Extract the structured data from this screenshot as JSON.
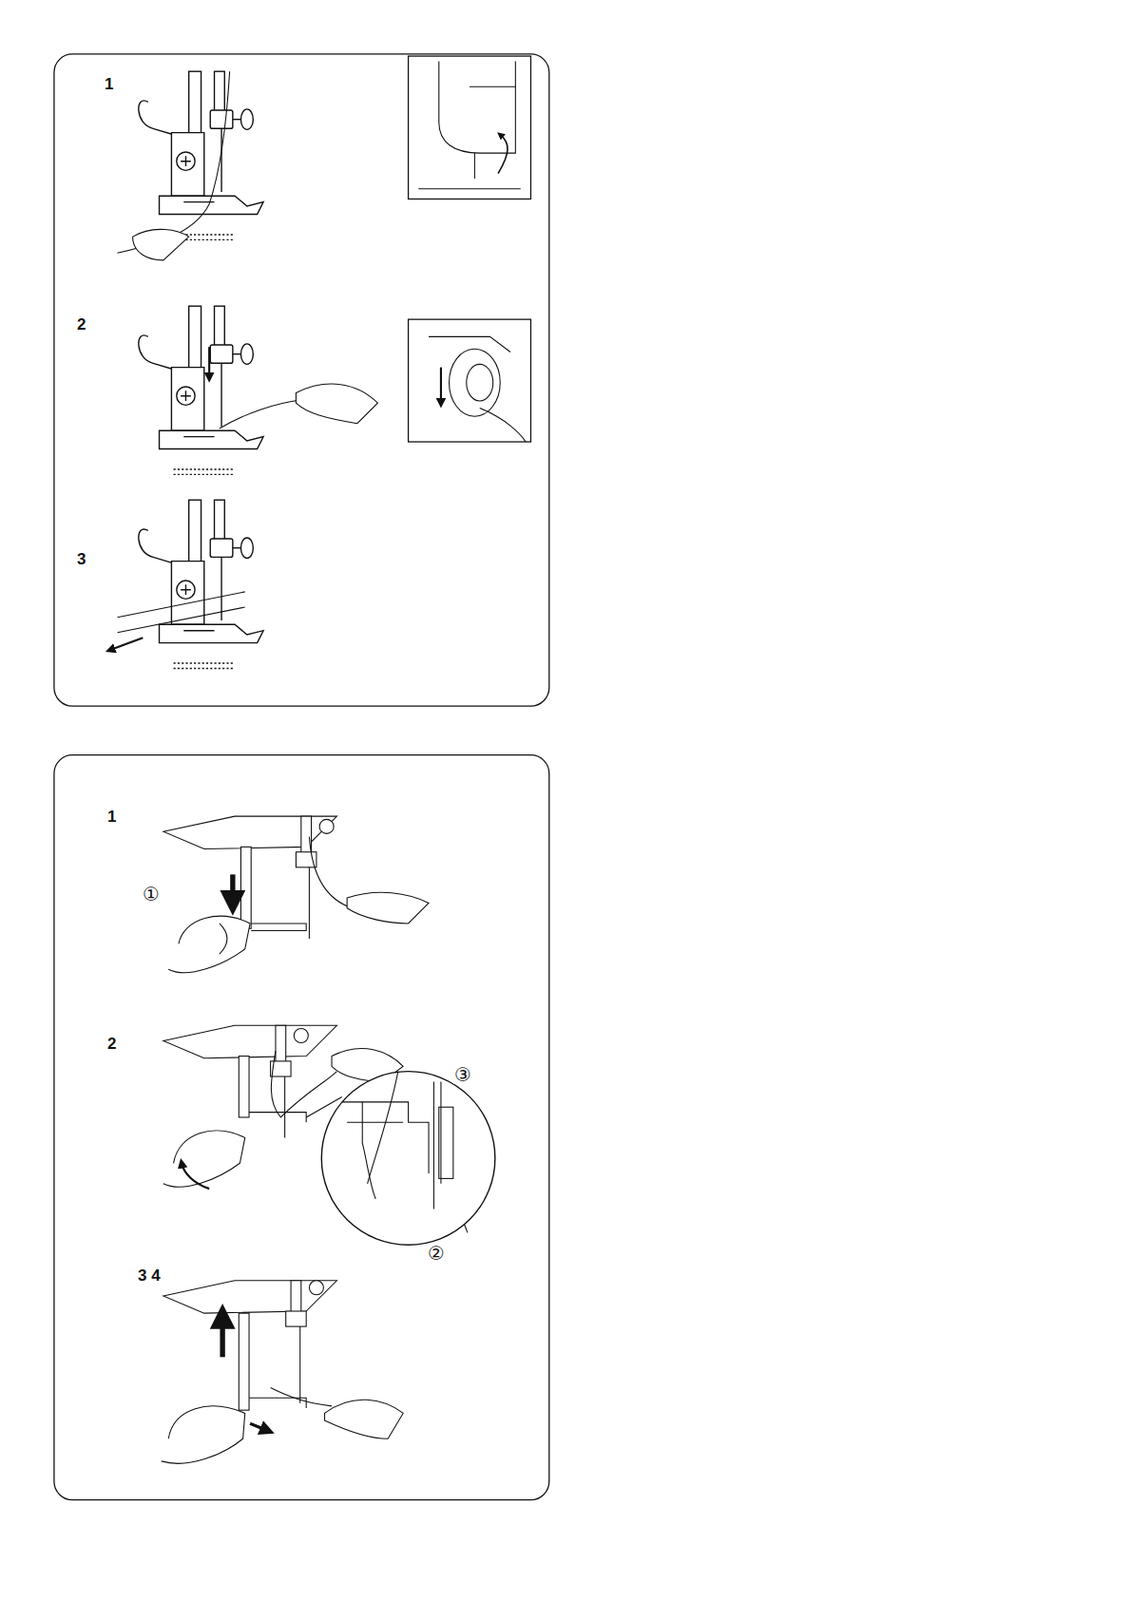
{
  "diagram": {
    "labels": [
      "1",
      "2",
      "3",
      "1",
      "①",
      "2",
      "③",
      "②",
      "3 4"
    ]
  }
}
